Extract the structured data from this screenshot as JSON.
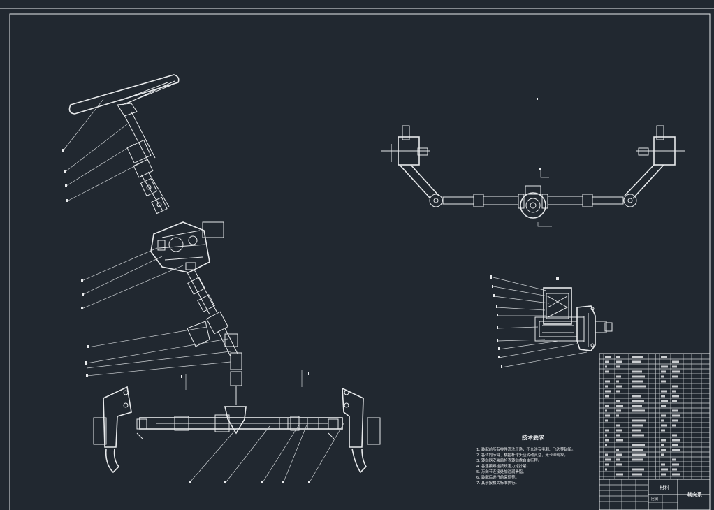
{
  "drawing": {
    "tech_requirements": {
      "title": "技术要求",
      "lines": [
        "1. 装配前所有零件清洗干净，不允许有毛刺、飞边等缺陷。",
        "2. 各转向节臂、横拉杆球头应转动灵活，无卡滞现象。",
        "3. 转向器安装后检查转向盘自由行程。",
        "4. 各连接螺栓按规定力矩拧紧。",
        "5. 万向节连接处加注润滑脂。",
        "6. 装配后进行前束调整。",
        "7. 其余按相关标准执行。"
      ]
    },
    "title_block": {
      "material_label": "材料",
      "drawing_name": "转向系",
      "scale_label": "比例"
    }
  }
}
